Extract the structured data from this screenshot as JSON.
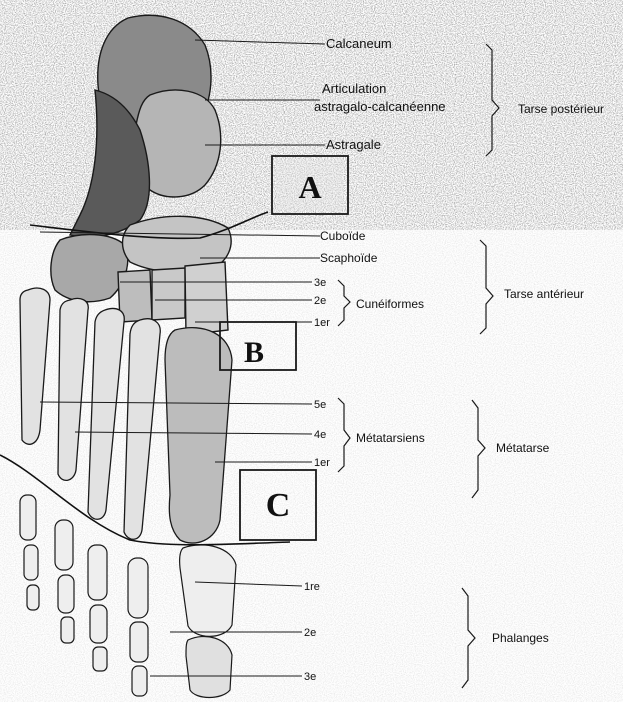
{
  "labels": {
    "calcaneum": "Calcaneum",
    "articulation_1": "Articulation",
    "articulation_2": "astragalo-calcanéenne",
    "astragale": "Astragale",
    "cuboide": "Cuboïde",
    "scaphoide": "Scaphoïde",
    "cun_3": "3e",
    "cun_2": "2e",
    "cun_1": "1er",
    "cuneiformes": "Cunéiformes",
    "met_5": "5e",
    "met_4": "4e",
    "met_1": "1er",
    "metatarsiens": "Métatarsiens",
    "ph_1": "1re",
    "ph_2": "2e",
    "ph_3": "3e",
    "phalanges": "Phalanges"
  },
  "groups": {
    "tarse_posterieur": "Tarse postérieur",
    "tarse_anterieur": "Tarse antérieur",
    "metatarse": "Métatarse"
  },
  "boxes": {
    "a": "A",
    "b": "B",
    "c": "C"
  },
  "colors": {
    "bone_fill": "#d9d9d9",
    "bone_dark": "#6f6f6f",
    "ink": "#111111",
    "noise": "#3a3a3a"
  }
}
